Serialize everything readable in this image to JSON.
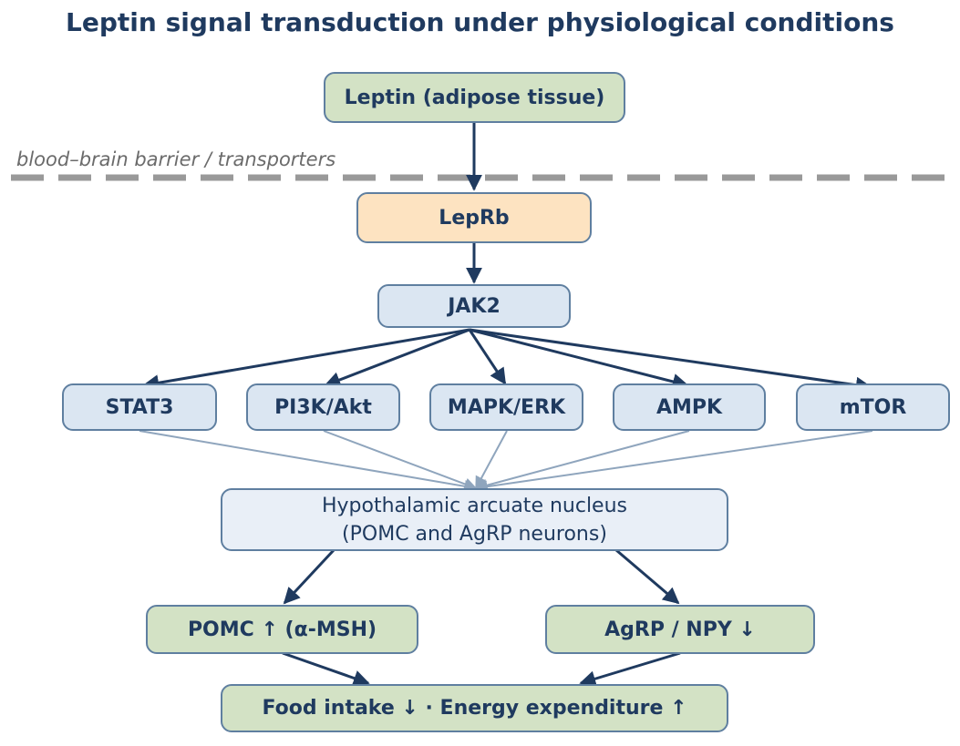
{
  "title": "Leptin signal transduction under physiological conditions",
  "barrier_label": "blood–brain barrier / transporters",
  "nodes": {
    "leptin": "Leptin (adipose tissue)",
    "leprb": "LepRb",
    "jak2": "JAK2",
    "pathways": [
      "STAT3",
      "PI3K/Akt",
      "MAPK/ERK",
      "AMPK",
      "mTOR"
    ],
    "arcuate_line1": "Hypothalamic arcuate nucleus",
    "arcuate_line2": "(POMC and AgRP neurons)",
    "pomc": "POMC ↑ (α-MSH)",
    "agrp": "AgRP / NPY ↓",
    "outcome": "Food intake ↓ · Energy expenditure ↑"
  },
  "colors": {
    "edge_dark": "#1f3a5f",
    "edge_light": "#8fa5bd",
    "barrier": "#999999"
  }
}
